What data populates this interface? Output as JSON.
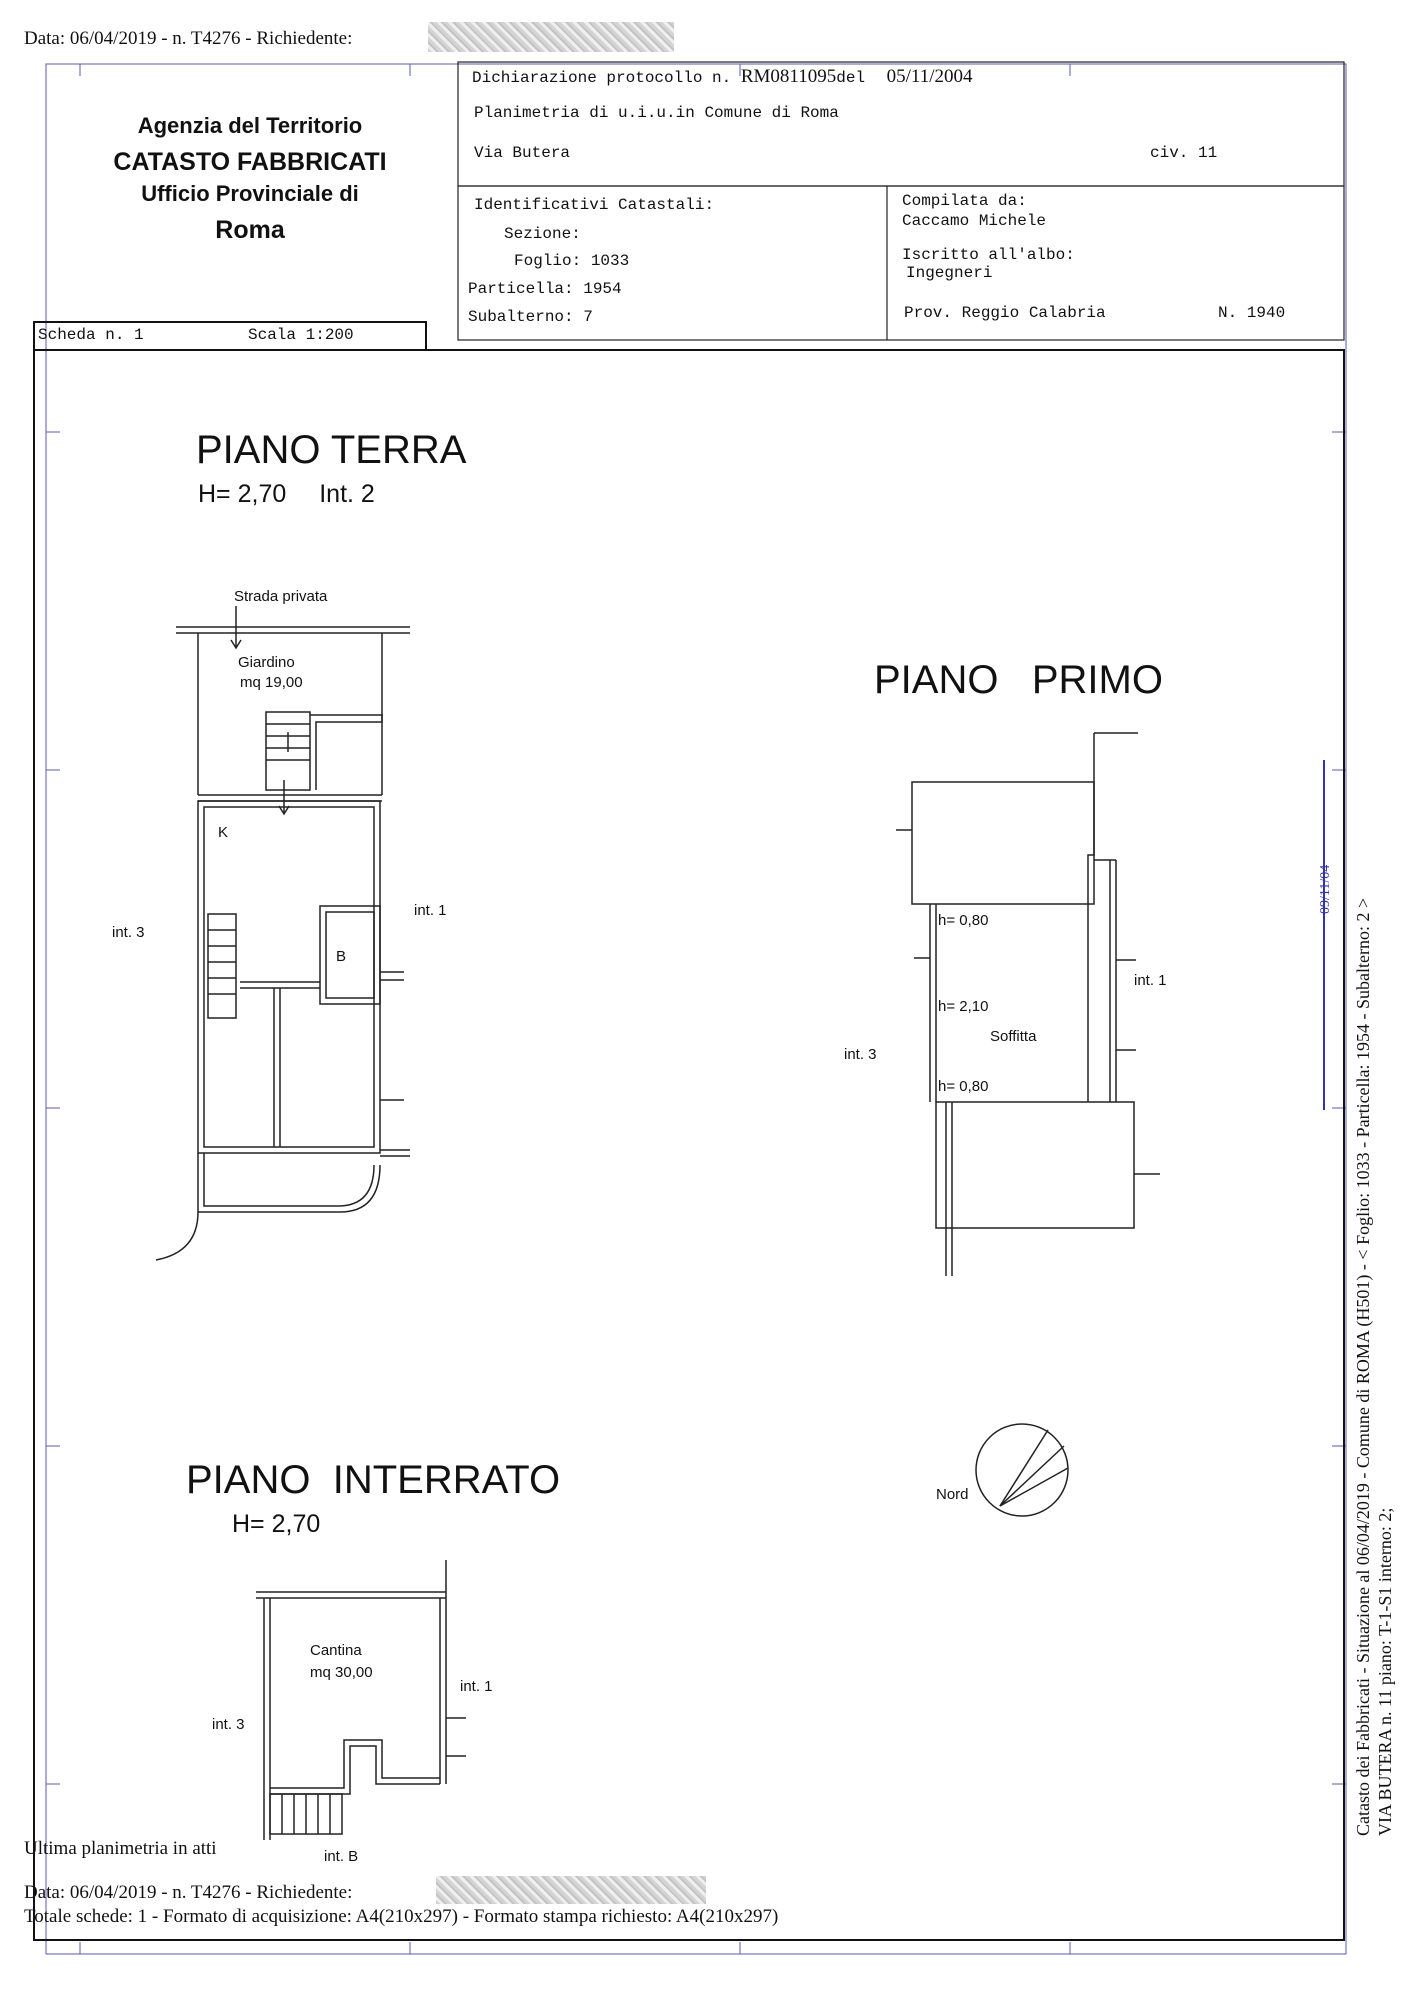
{
  "request_line_top": "Data: 06/04/2019 - n. T4276 - Richiedente:",
  "agency": {
    "line1": "Agenzia del Territorio",
    "line2": "CATASTO FABBRICATI",
    "line3": "Ufficio Provinciale di",
    "line4": "Roma"
  },
  "declaration": {
    "protocol_label": "Dichiarazione protocollo n.",
    "protocol_number": "RM0811095",
    "protocol_del": "del",
    "protocol_date": "05/11/2004",
    "planimetria": "Planimetria di u.i.u.in Comune di Roma",
    "street": "Via Butera",
    "civic": "civ. 11"
  },
  "identifiers": {
    "heading": "Identificativi Catastali:",
    "sezione": "Sezione:",
    "foglio": "Foglio: 1033",
    "particella": "Particella: 1954",
    "subalterno": "Subalterno: 7"
  },
  "compiler": {
    "label": "Compilata da:",
    "name": "Caccamo Michele",
    "albo_label": "Iscritto all'albo:",
    "albo": "Ingegneri",
    "prov": "Prov. Reggio Calabria",
    "number": "N. 1940"
  },
  "scheda": {
    "label": "Scheda n. 1",
    "scale": "Scala 1:200"
  },
  "floors": {
    "terra": {
      "title": "PIANO TERRA",
      "height": "H= 2,70",
      "interno": "Int. 2",
      "strada": "Strada privata",
      "giardino": "Giardino",
      "giardino_area": "mq 19,00",
      "k": "K",
      "b": "B",
      "int1": "int. 1",
      "int3": "int. 3"
    },
    "primo": {
      "title": "PIANO   PRIMO",
      "h1": "h= 0,80",
      "h2": "h= 2,10",
      "h3": "h= 0,80",
      "soffitta": "Soffitta",
      "int1": "int. 1",
      "int3": "int. 3"
    },
    "interrato": {
      "title": "PIANO  INTERRATO",
      "height": "H= 2,70",
      "cantina": "Cantina",
      "cantina_area": "mq 30,00",
      "int1": "int. 1",
      "int3": "int. 3",
      "intB": "int. B"
    }
  },
  "nord": "Nord",
  "stamp": "09/11/04",
  "side_text_1": "Catasto dei Fabbricati - Situazione al 06/04/2019 - Comune di ROMA (H501) - < Foglio: 1033 - Particella: 1954 - Subalterno: 2 >",
  "side_text_2": "VIA BUTERA n. 11 piano: T-1-S1 interno: 2;",
  "footer": {
    "ultima": "Ultima planimetria in atti",
    "data": "Data: 06/04/2019 - n. T4276 - Richiedente:",
    "totale": "Totale schede: 1 - Formato di acquisizione: A4(210x297) - Formato stampa richiesto: A4(210x297)"
  }
}
